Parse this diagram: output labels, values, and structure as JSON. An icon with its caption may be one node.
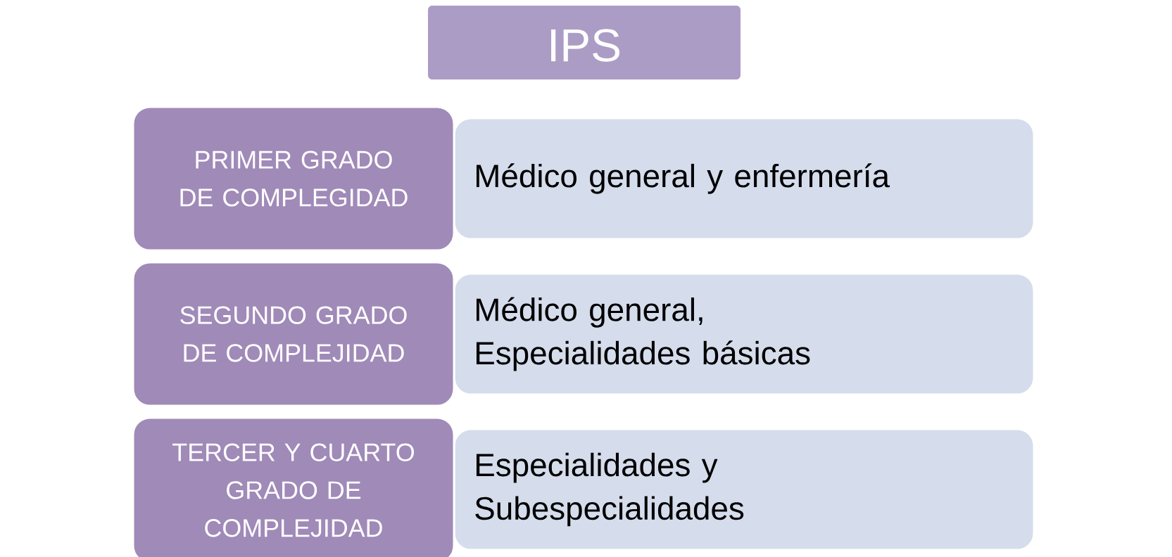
{
  "diagram": {
    "nodes": [
      {
        "text": [
          "IPS"
        ]
      },
      {
        "text": [
          "PRIMER GRADO DE COMPLEGIDAD"
        ]
      },
      {
        "text": [
          "Médico general y enfermería"
        ]
      },
      {
        "text": [
          "SEGUNDO GRADO DE COMPLEJIDAD"
        ]
      },
      {
        "text": [
          "Médico general, Especialidades básicas"
        ]
      },
      {
        "text": [
          "TERCER Y CUARTO GRADO DE COMPLEJIDAD"
        ]
      },
      {
        "text": [
          "Especialidades y Subespecialidades"
        ]
      }
    ]
  }
}
